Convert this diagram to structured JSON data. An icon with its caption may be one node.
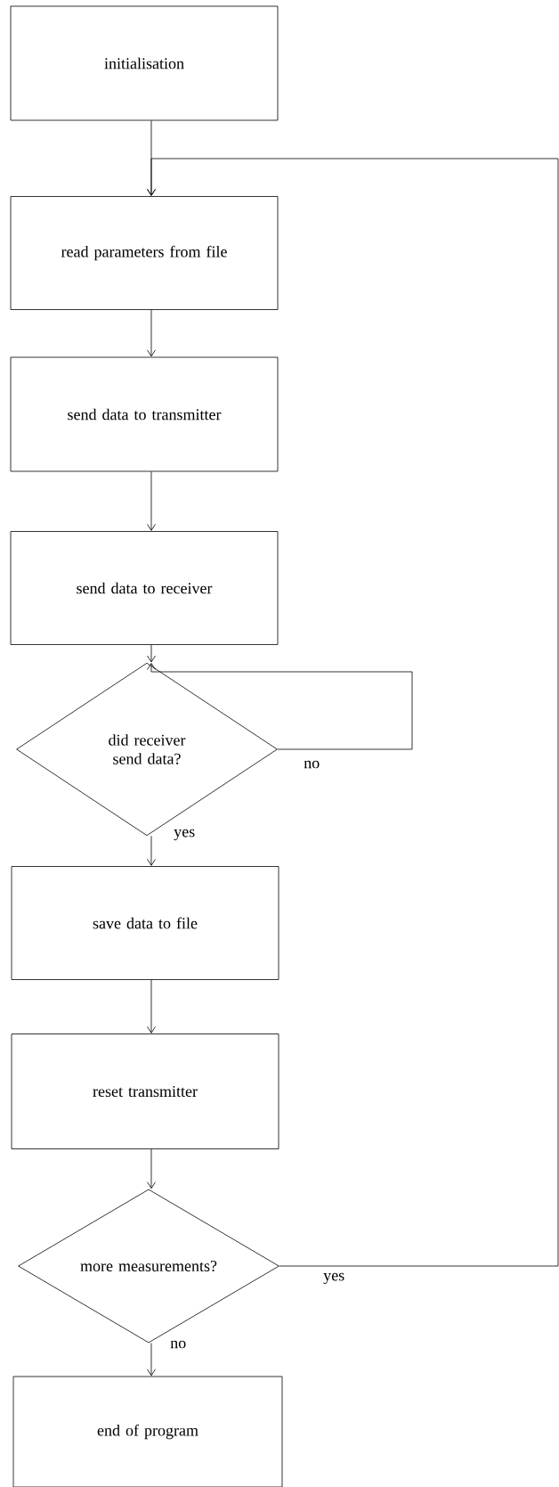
{
  "diagram": {
    "nodes": [
      {
        "text": [
          "initialisation"
        ]
      },
      {
        "text": [
          "read parameters from file"
        ]
      },
      {
        "text": [
          "send data to transmitter"
        ]
      },
      {
        "text": [
          "send data to receiver"
        ]
      },
      {
        "text": [
          "did receiver send data?"
        ]
      },
      {
        "text": [
          "save data to file"
        ]
      },
      {
        "text": [
          "reset transmitter"
        ]
      },
      {
        "text": [
          "more measurements?"
        ]
      },
      {
        "text": [
          "end of program"
        ]
      }
    ],
    "edges": [
      {
        "from": 0,
        "to": 1,
        "arrow": "to"
      },
      {
        "from": 1,
        "to": 2,
        "arrow": "to"
      },
      {
        "from": 2,
        "to": 3,
        "arrow": "to"
      },
      {
        "from": 3,
        "to": 4,
        "arrow": "to"
      },
      {
        "from": 4,
        "to": 4,
        "arrow": "to",
        "label": "no"
      },
      {
        "from": 4,
        "to": 5,
        "arrow": "to",
        "label": "yes"
      },
      {
        "from": 5,
        "to": 6,
        "arrow": "to"
      },
      {
        "from": 6,
        "to": 7,
        "arrow": "to"
      },
      {
        "from": 7,
        "to": 8,
        "arrow": "to",
        "label": "no"
      },
      {
        "from": 7,
        "to": 1,
        "arrow": "to",
        "label": "yes"
      }
    ]
  }
}
